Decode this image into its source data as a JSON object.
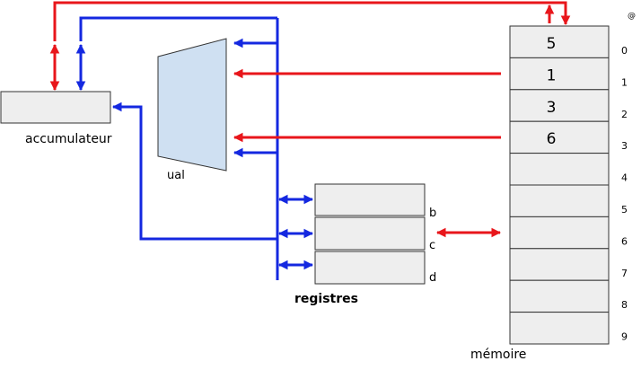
{
  "colors": {
    "red_bus": "#e8161b",
    "blue_bus": "#1428e0",
    "box_fill": "#eeeeee",
    "ual_fill": "#cfe0f2",
    "stroke": "#333333"
  },
  "accumulateur": {
    "label": "accumulateur"
  },
  "ual": {
    "label": "ual"
  },
  "registres": {
    "title": "registres",
    "names": [
      "b",
      "c",
      "d"
    ]
  },
  "memoire": {
    "title": "mémoire",
    "address_marker": "@",
    "addresses": [
      "0",
      "1",
      "2",
      "3",
      "4",
      "5",
      "6",
      "7",
      "8",
      "9"
    ],
    "values": [
      "5",
      "1",
      "3",
      "6",
      "",
      "",
      "",
      "",
      "",
      ""
    ]
  }
}
